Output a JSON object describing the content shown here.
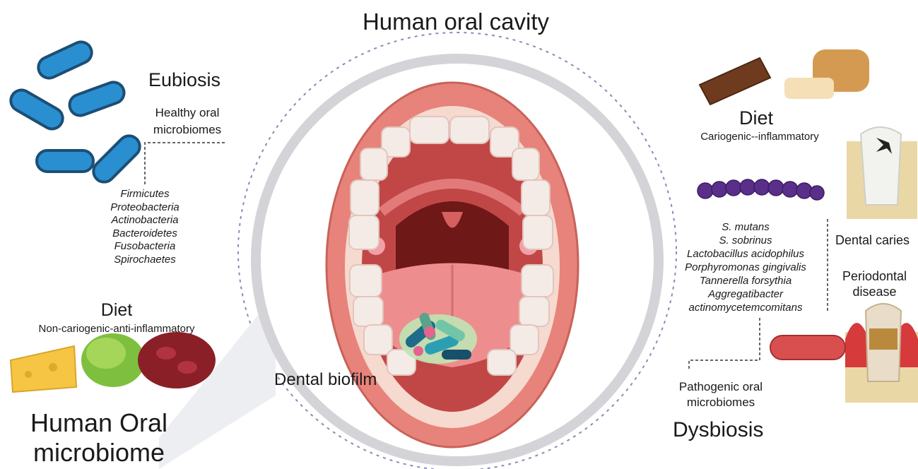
{
  "title": "Human oral cavity",
  "left": {
    "eubiosis": "Eubiosis",
    "healthy": [
      "Healthy oral",
      "microbiomes"
    ],
    "phyla": [
      "Firmicutes",
      "Proteobacteria",
      "Actinobacteria",
      "Bacteroidetes",
      "Fusobacteria",
      "Spirochaetes"
    ],
    "diet_title": "Diet",
    "diet_sub": "Non-cariogenic-anti-inflammatory",
    "bottom": [
      "Human Oral",
      "microbiome"
    ]
  },
  "center": {
    "biofilm": "Dental biofilm"
  },
  "right": {
    "diet_title": "Diet",
    "diet_sub": "Cariogenic--inflammatory",
    "species": [
      "S. mutans",
      "S. sobrinus",
      "Lactobacillus acidophilus",
      "Porphyromonas gingivalis",
      "Tannerella forsythia",
      "Aggregatibacter",
      "actinomycetemcomitans"
    ],
    "caries": "Dental caries",
    "perio": [
      "Periodontal",
      "disease"
    ],
    "pathogenic": [
      "Pathogenic oral",
      "microbiomes"
    ],
    "dysbiosis": "Dysbiosis"
  },
  "colors": {
    "bacteria_blue": "#2a8fd0",
    "bacteria_outline": "#1d4e74",
    "mouth_lip": "#e7837a",
    "mouth_inner": "#a33a3a",
    "tongue": "#ee8d8d",
    "cocci_purple": "#5a2f8a",
    "rod_red": "#d94f4f",
    "circle_gray": "#d4d4d8",
    "dotted": "#8a8ab8"
  },
  "icons": [
    "bacteria-rod-icon",
    "mouth-icon",
    "cheese-icon",
    "lettuce-icon",
    "beans-icon",
    "chocolate-icon",
    "bread-icon",
    "tooth-caries-icon",
    "tooth-periodontal-icon",
    "cocci-chain-icon",
    "rod-bacterium-icon",
    "pill-cluster-icon"
  ]
}
